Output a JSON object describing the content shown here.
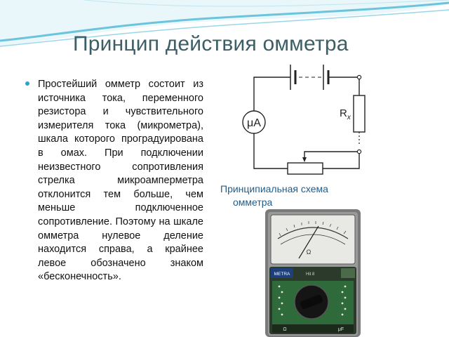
{
  "slide": {
    "title": "Принцип действия омметра",
    "body": "Простейший омметр состоит из источника тока, переменного резистора и чувствительного измерителя тока (микрометра), шкала которого проградуирована в омах. При подключении неизвестного сопротивления стрелка микроамперметра отклонится тем больше, чем меньше подключенное сопротивление. Поэтому на шкале омметра нулевое деление находится справа, а крайнее левое обозначено знаком «бесконечность».",
    "caption_line1": "Принципиальная схема",
    "caption_line2": "омметра"
  },
  "circuit": {
    "meter_symbol": "μA",
    "resistor_label": "R",
    "resistor_subscript": "x"
  },
  "meter_photo": {
    "scale_symbol": "Ω",
    "brand": "METRA",
    "model": "Hit 8",
    "dial_left": "Ω",
    "dial_right": "μF"
  },
  "colors": {
    "title": "#3c5e66",
    "caption": "#1f5d8a",
    "bullet": "#2aa6c8",
    "wave": "#6cc4dc"
  }
}
